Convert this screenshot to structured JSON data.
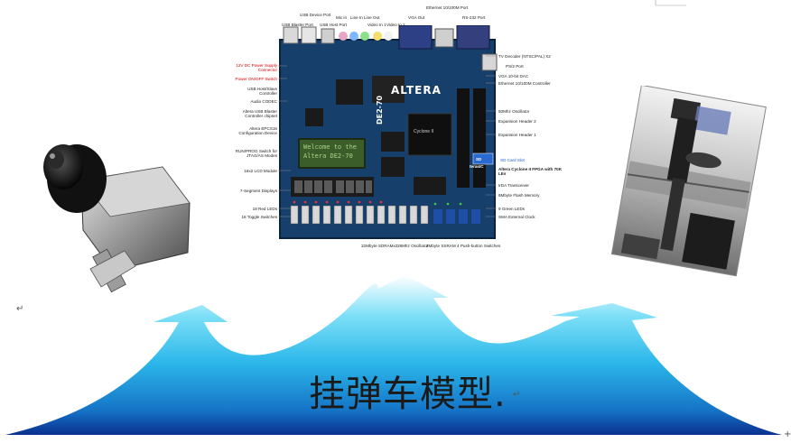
{
  "caption": "挂弹车模型.",
  "paragraph_marks": {
    "left": "↵",
    "caption": "↵",
    "right": "+"
  },
  "board": {
    "name": "DE2-70",
    "vendor": "ALTERA",
    "lcd_lines": [
      "Welcome to the",
      "Altera DE2-70"
    ],
    "chip_name": "Cyclone II",
    "sd_logo": "SD",
    "terasic": "terasIC",
    "labels_top": [
      "USB Device Port",
      "USB Blaster Port",
      "USB Host Port",
      "Mic in",
      "Line In",
      "Line Out",
      "Video In 1",
      "Video In 2",
      "VGA Out",
      "Ethernet 10/100M Port",
      "RS-232 Port"
    ],
    "labels_left": [
      "12V DC Power Supply Connector",
      "Power ON/OFF Switch",
      "USB Host/Slave Controller",
      "Audio CODEC",
      "Altera USB Blaster Controller chipset",
      "Altera EPCS16 Configuration Device",
      "RUN/PROG Switch for JTAG/AS Modes",
      "16x2 LCD Module",
      "7-Segment Displays",
      "18 Red LEDs",
      "18 Toggle Switches"
    ],
    "labels_right": [
      "TV Decoder (NTSC/PAL) X2",
      "PS/2 Port",
      "VGA 10-bit DAC",
      "Ethernet 10/100M Controller",
      "50Mhz Oscillator",
      "Expansion Header 2",
      "Expansion Header 1",
      "SD Card Slot",
      "Altera  Cyclone II FPGA with 70K LEs",
      "IrDA Transceiver",
      "8Mbyte Flash Memory",
      "9 Green LEDs",
      "SMA External Clock"
    ],
    "labels_bottom": [
      "32Mbyte SDRAMx2",
      "28Mhz Oscillator",
      "2Mbyte SSRAM",
      "4 Push-button Switches"
    ]
  },
  "colors": {
    "arrow_light": "#ffffff",
    "arrow_mid": "#35c8f0",
    "arrow_dark": "#0a2f8f",
    "pcb": "#17406e",
    "callout_red": "#d40000"
  }
}
